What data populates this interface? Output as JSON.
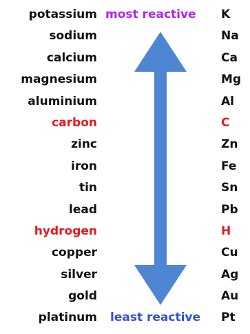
{
  "labels": {
    "top": "most reactive",
    "bottom": "least reactive"
  },
  "colors": {
    "text": "#111111",
    "highlight": "#e8171f",
    "most_reactive": "#b321f3",
    "least_reactive": "#2a4fe0",
    "arrow": "#4f86d4"
  },
  "elements": [
    {
      "name": "potassium",
      "symbol": "K",
      "highlight": false
    },
    {
      "name": "sodium",
      "symbol": "Na",
      "highlight": false
    },
    {
      "name": "calcium",
      "symbol": "Ca",
      "highlight": false
    },
    {
      "name": "magnesium",
      "symbol": "Mg",
      "highlight": false
    },
    {
      "name": "aluminium",
      "symbol": "Al",
      "highlight": false
    },
    {
      "name": "carbon",
      "symbol": "C",
      "highlight": true
    },
    {
      "name": "zinc",
      "symbol": "Zn",
      "highlight": false
    },
    {
      "name": "iron",
      "symbol": "Fe",
      "highlight": false
    },
    {
      "name": "tin",
      "symbol": "Sn",
      "highlight": false
    },
    {
      "name": "lead",
      "symbol": "Pb",
      "highlight": false
    },
    {
      "name": "hydrogen",
      "symbol": "H",
      "highlight": true
    },
    {
      "name": "copper",
      "symbol": "Cu",
      "highlight": false
    },
    {
      "name": "silver",
      "symbol": "Ag",
      "highlight": false
    },
    {
      "name": "gold",
      "symbol": "Au",
      "highlight": false
    },
    {
      "name": "platinum",
      "symbol": "Pt",
      "highlight": false
    }
  ]
}
